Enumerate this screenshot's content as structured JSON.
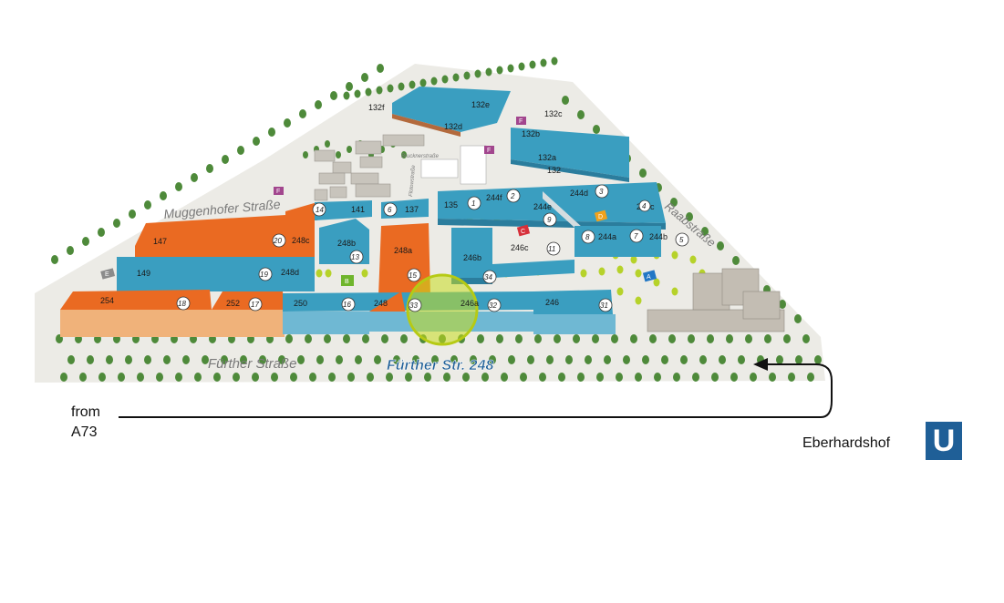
{
  "streets": {
    "muggenhofer": "Muggenhofer Straße",
    "fuerther": "Fürther Straße",
    "raab": "Raabstraße",
    "bruckner": "Brucknerstraße",
    "flotow": "Flotowstraße"
  },
  "highlight": {
    "label": "Fürther Str. 248",
    "color": "#c8dc1e"
  },
  "external": {
    "from_line1": "from",
    "from_line2": "A73",
    "station": "Eberhardshof",
    "ubahn_logo": "U"
  },
  "buildings": {
    "b254": "254",
    "b252": "252",
    "b250": "250",
    "b248": "248",
    "b246a": "246a",
    "b246": "246",
    "b149": "149",
    "b147": "147",
    "b248c": "248c",
    "b248d": "248d",
    "b248b": "248b",
    "b248a": "248a",
    "b141": "141",
    "b137": "137",
    "b135": "135",
    "b244f": "244f",
    "b244e": "244e",
    "b244d": "244d",
    "b244c": "244c",
    "b244a": "244a",
    "b244b": "244b",
    "b246b": "246b",
    "b246c": "246c",
    "b132": "132",
    "b132a": "132a",
    "b132b": "132b",
    "b132c": "132c",
    "b132d": "132d",
    "b132e": "132e",
    "b132f": "132f"
  },
  "markers": {
    "m1": "1",
    "m2": "2",
    "m3": "3",
    "m4": "4",
    "m5": "5",
    "m6": "6",
    "m7": "7",
    "m8": "8",
    "m9": "9",
    "m11": "11",
    "m13": "13",
    "m14": "14",
    "m15": "15",
    "m16": "16",
    "m17": "17",
    "m18": "18",
    "m19": "19",
    "m20": "20",
    "m31": "31",
    "m32": "32",
    "m33": "33",
    "m34": "34"
  },
  "entrances": {
    "a": "A",
    "b": "B",
    "c": "C",
    "d": "D",
    "e": "E",
    "f": "F"
  },
  "colors": {
    "blue": "#3a9ec0",
    "orange": "#ea6a22",
    "tan": "#f0b27a",
    "gray": "#c7c2ba",
    "ground": "#ecebe6",
    "tree": "#4e8a3a",
    "lime": "#b6d22a"
  }
}
